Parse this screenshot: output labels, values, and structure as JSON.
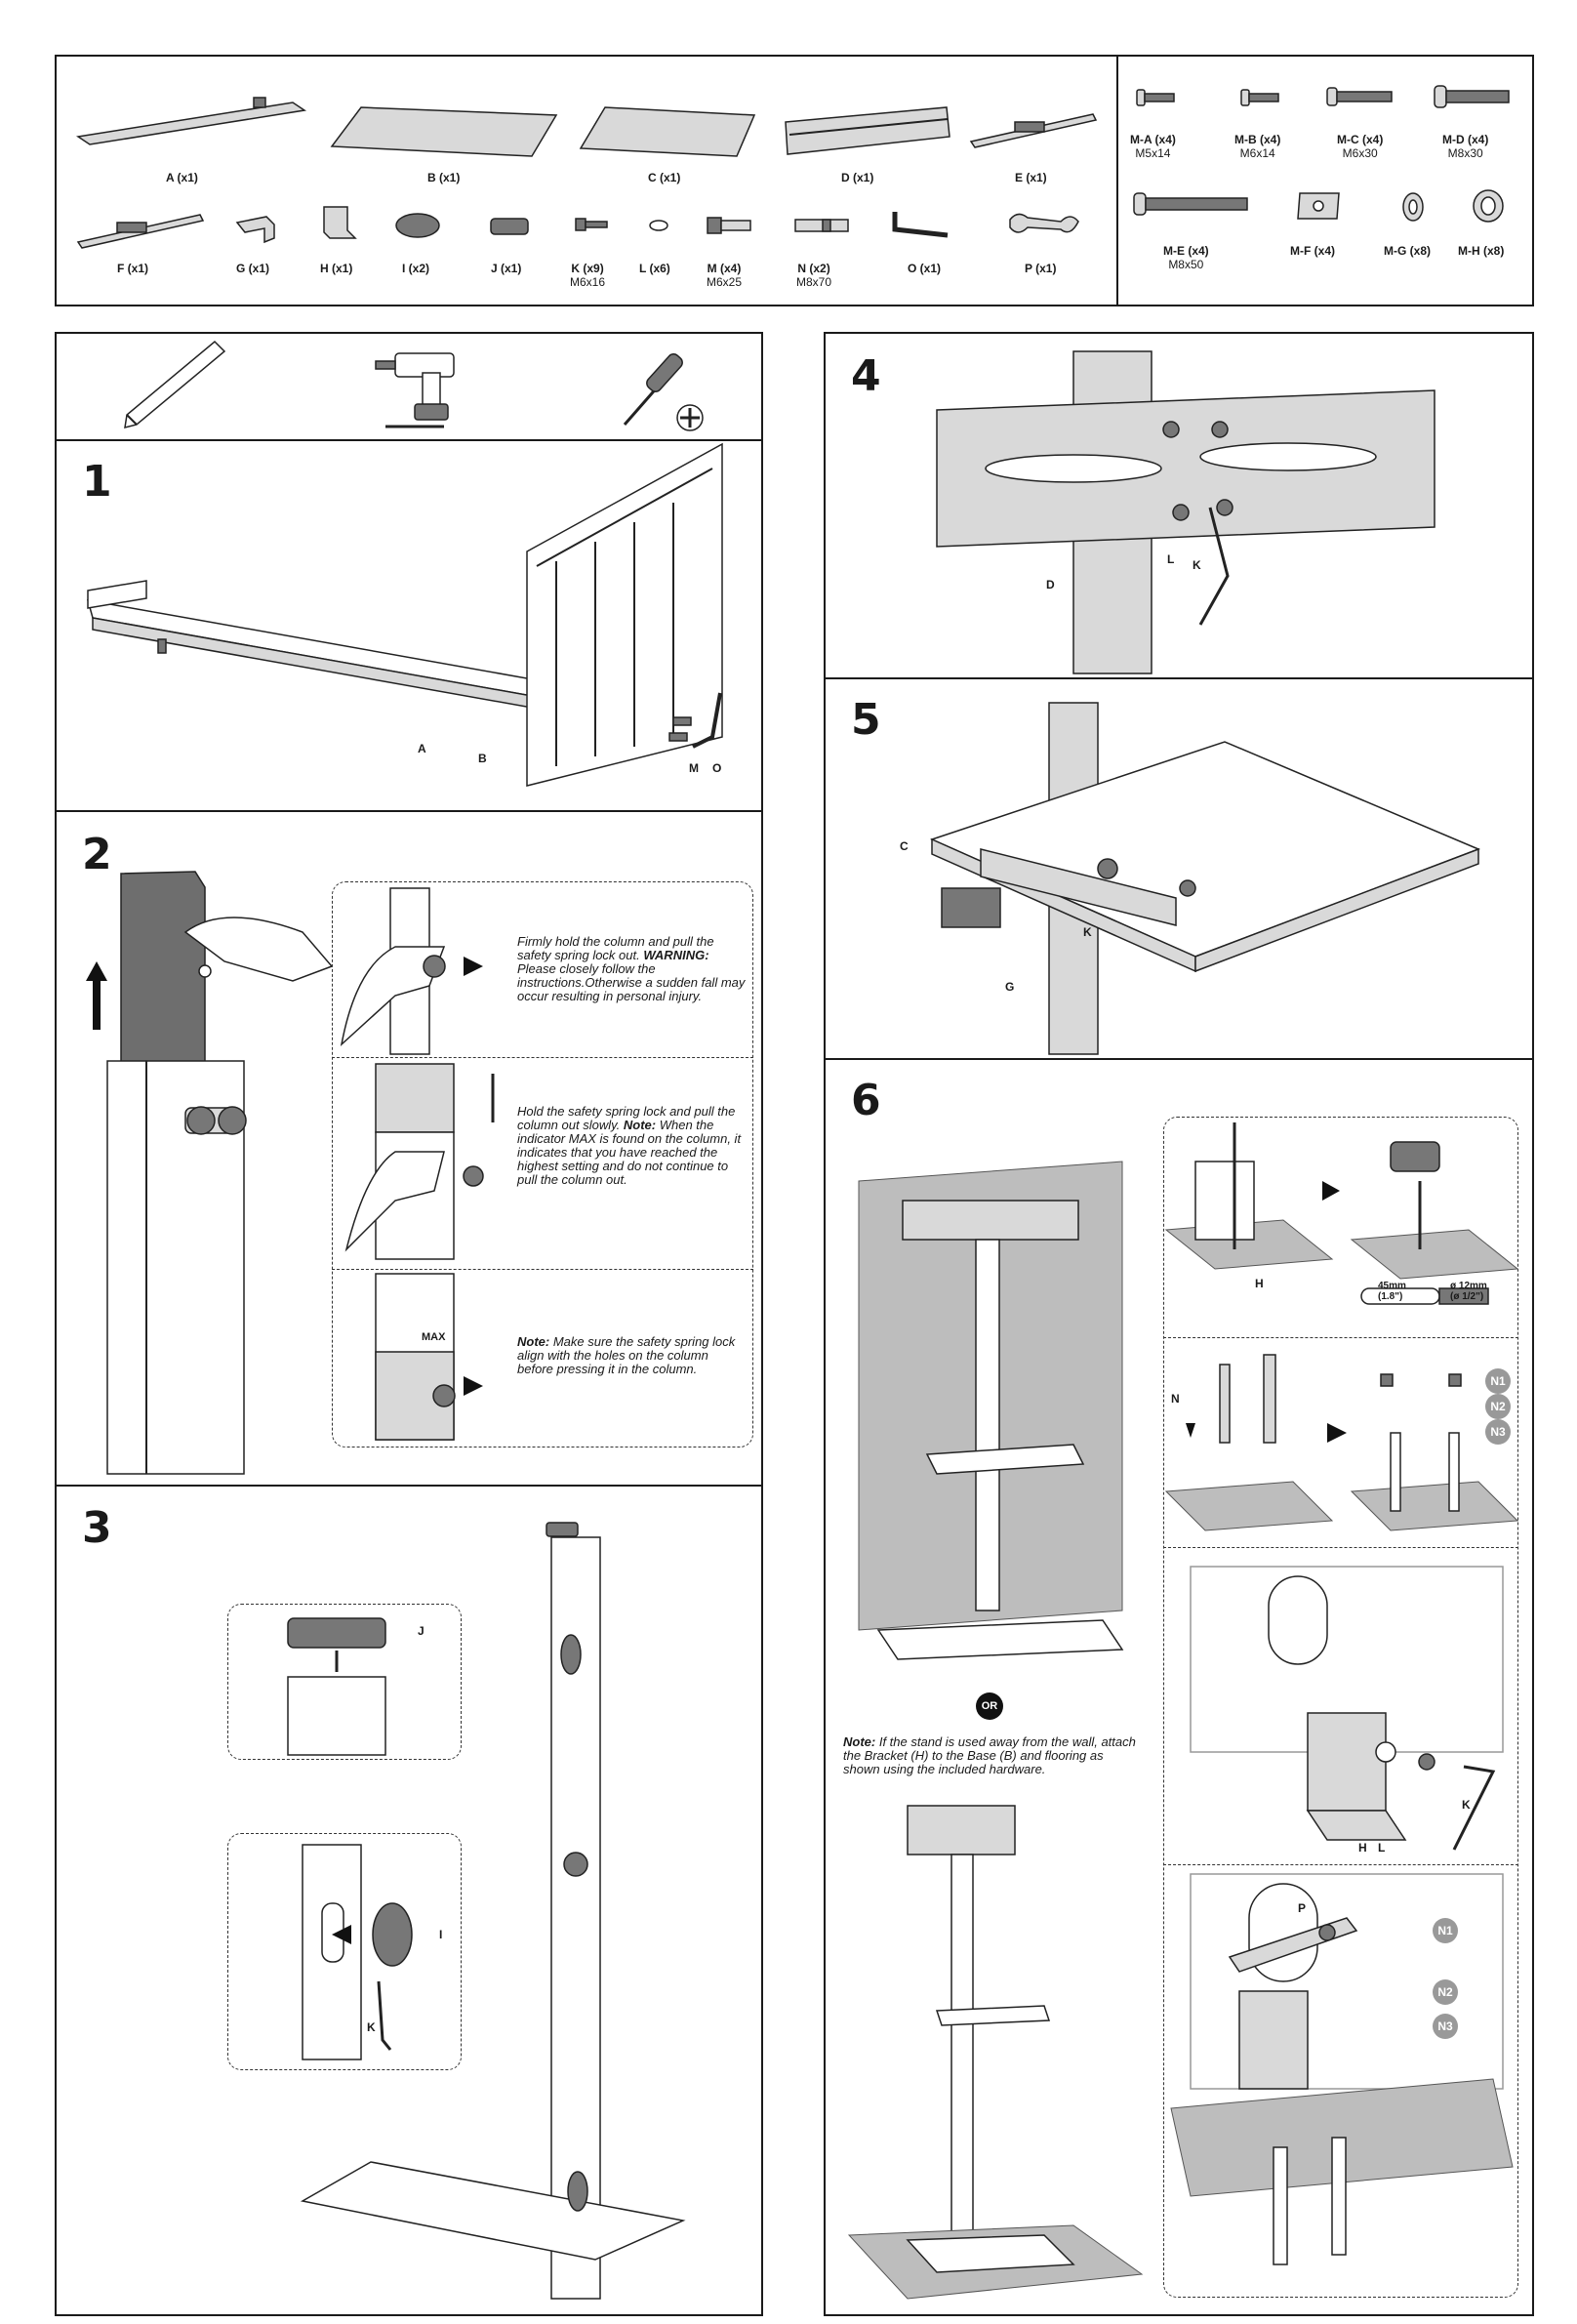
{
  "parts": [
    {
      "label": "A (x1)",
      "sub": ""
    },
    {
      "label": "B (x1)",
      "sub": ""
    },
    {
      "label": "C (x1)",
      "sub": ""
    },
    {
      "label": "D (x1)",
      "sub": ""
    },
    {
      "label": "E (x1)",
      "sub": ""
    },
    {
      "label": "F (x1)",
      "sub": ""
    },
    {
      "label": "G (x1)",
      "sub": ""
    },
    {
      "label": "H (x1)",
      "sub": ""
    },
    {
      "label": "I (x2)",
      "sub": ""
    },
    {
      "label": "J (x1)",
      "sub": ""
    },
    {
      "label": "K (x9)",
      "sub": "M6x16"
    },
    {
      "label": "L (x6)",
      "sub": ""
    },
    {
      "label": "M (x4)",
      "sub": "M6x25"
    },
    {
      "label": "N (x2)",
      "sub": "M8x70"
    },
    {
      "label": "O (x1)",
      "sub": ""
    },
    {
      "label": "P (x1)",
      "sub": ""
    }
  ],
  "hardware": [
    {
      "label": "M-A (x4)",
      "sub": "M5x14"
    },
    {
      "label": "M-B (x4)",
      "sub": "M6x14"
    },
    {
      "label": "M-C (x4)",
      "sub": "M6x30"
    },
    {
      "label": "M-D (x4)",
      "sub": "M8x30"
    },
    {
      "label": "M-E (x4)",
      "sub": "M8x50"
    },
    {
      "label": "M-F (x4)",
      "sub": ""
    },
    {
      "label": "M-G (x8)",
      "sub": ""
    },
    {
      "label": "M-H (x8)",
      "sub": ""
    }
  ],
  "steps": {
    "s1": {
      "num": "1",
      "callouts": {
        "a": "A",
        "b": "B",
        "m": "M",
        "o": "O"
      }
    },
    "s2": {
      "num": "2",
      "note1_a": "Firmly hold the column and pull the safety spring lock out.",
      "note1_warn": "WARNING:",
      "note1_b": "Please closely follow the instructions.Otherwise a sudden fall may occur resulting in personal injury.",
      "note2_a": "Hold the safety spring lock and pull the column out slowly.",
      "note2_note": "Note:",
      "note2_b": "When the indicator MAX is found on the column, it indicates that you have reached the highest setting and do not continue to pull the column out.",
      "note3_note": "Note:",
      "note3_b": "Make sure the safety spring lock align with the holes on the column before pressing it in the column.",
      "max_label": "MAX"
    },
    "s3": {
      "num": "3",
      "callouts": {
        "j": "J",
        "i": "I",
        "k": "K"
      }
    },
    "s4": {
      "num": "4",
      "callouts": {
        "l": "L",
        "k": "K",
        "d": "D"
      }
    },
    "s5": {
      "num": "5",
      "callouts": {
        "c": "C",
        "k": "K",
        "g": "G"
      }
    },
    "s6": {
      "num": "6",
      "or": "OR",
      "note_label": "Note:",
      "note_text": "If the stand is used away from the wall, attach the Bracket (H) to the Base (B) and flooring as shown using the included hardware.",
      "drill_depth": "45mm",
      "drill_depth_in": "(1.8\")",
      "drill_dia": "ø 12mm",
      "drill_dia_in": "(ø 1/2\")",
      "callouts": {
        "h": "H",
        "n": "N",
        "h2": "H",
        "l": "L",
        "k": "K",
        "p": "P"
      },
      "badges": [
        "N1",
        "N2",
        "N3"
      ]
    }
  },
  "colors": {
    "ink": "#1a1a1a",
    "panel": "#d9d9d9",
    "badge": "#999999"
  }
}
